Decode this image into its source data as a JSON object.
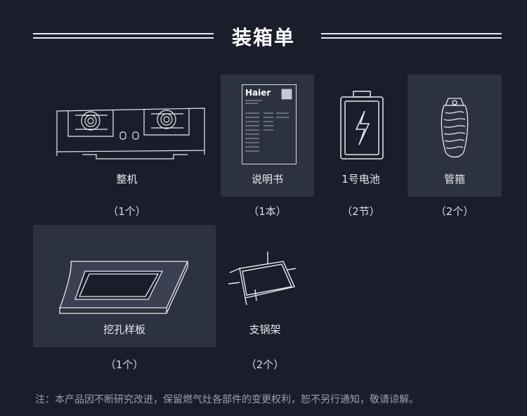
{
  "header": {
    "title": "装箱单"
  },
  "items": [
    {
      "name": "整机",
      "qty": "（1个）",
      "icon": "gas-stove-icon"
    },
    {
      "name": "说明书",
      "qty": "（1本）",
      "icon": "manual-icon",
      "brand": "Haier"
    },
    {
      "name": "1号电池",
      "qty": "（2节）",
      "icon": "battery-icon"
    },
    {
      "name": "管箍",
      "qty": "（2个）",
      "icon": "hose-clamp-icon"
    },
    {
      "name": "挖孔样板",
      "qty": "（1个）",
      "icon": "cutout-template-icon"
    },
    {
      "name": "支锅架",
      "qty": "（2个）",
      "icon": "pot-stand-icon"
    }
  ],
  "footer": {
    "note": "注：本产品因不断研究改进，保留燃气灶各部件的变更权利，恕不另行通知，敬请谅解。"
  },
  "colors": {
    "background": "#1a1e2b",
    "tile": "#2d3240",
    "text": "#e8eaee"
  }
}
